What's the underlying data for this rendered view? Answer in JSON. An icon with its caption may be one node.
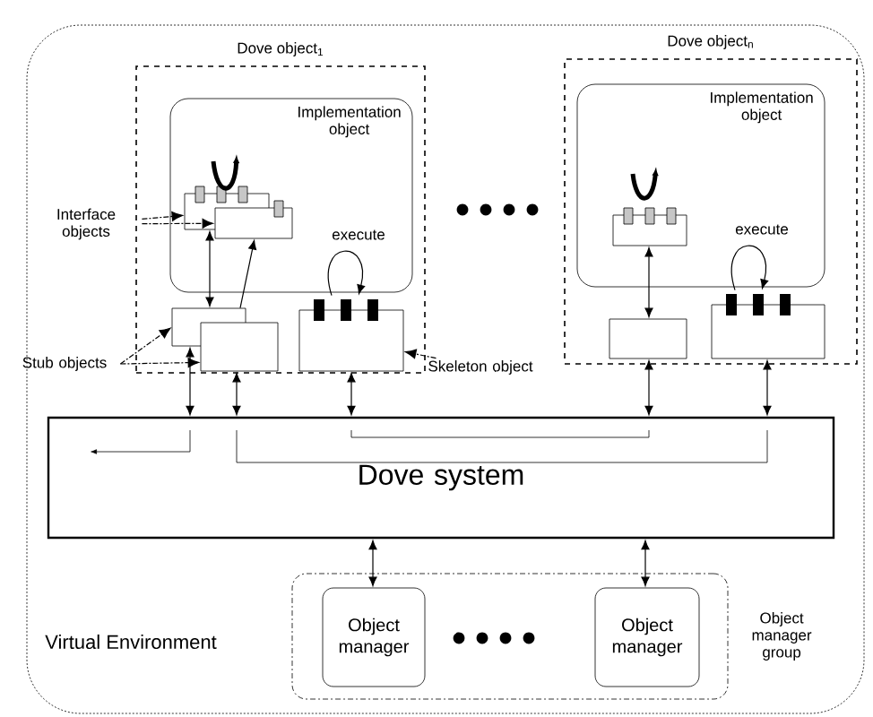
{
  "diagram": {
    "nodes": [
      {
        "text": [
          "Virtual Environment"
        ]
      },
      {
        "text": [
          "Dove object$_{1}$"
        ],
        "in": 0
      },
      {
        "text": [
          "Implementation object"
        ],
        "in": 1
      },
      {
        "text": [],
        "shape": "box",
        "in": 2
      },
      {
        "text": [],
        "shape": "box",
        "in": 2
      },
      {
        "text": [],
        "shape": "box",
        "in": 1
      },
      {
        "text": [],
        "shape": "box",
        "in": 1
      },
      {
        "text": [],
        "shape": "box",
        "in": 1
      },
      {
        "text": [
          "Dove object$_{n}$"
        ],
        "in": 0
      },
      {
        "text": [
          "Implementation object"
        ],
        "in": 8
      },
      {
        "text": [],
        "shape": "box",
        "in": 9
      },
      {
        "text": [],
        "shape": "box",
        "in": 8
      },
      {
        "text": [],
        "shape": "box",
        "in": 8
      },
      {
        "text": [
          "Dove system"
        ],
        "in": 0
      },
      {
        "text": [],
        "shape": "box",
        "beside": [
          "Object manager group"
        ],
        "in": 0
      },
      {
        "text": [
          "Object manager"
        ],
        "in": 14
      },
      {
        "text": [
          "Object manager"
        ],
        "in": 14
      },
      {
        "text": [
          "Interface objects"
        ],
        "in": 0
      },
      {
        "text": [
          "Stub objects"
        ],
        "in": 0
      },
      {
        "text": [
          "Skeleton object"
        ],
        "in": 0
      }
    ],
    "edges": [
      {
        "from": 5,
        "to": 3,
        "arrow": "both"
      },
      {
        "from": 5,
        "to": 4,
        "arrow": "to"
      },
      {
        "from": 5,
        "to": 13,
        "arrow": "both"
      },
      {
        "from": 6,
        "to": 13,
        "arrow": "both"
      },
      {
        "from": 7,
        "to": 13,
        "arrow": "both"
      },
      {
        "from": 10,
        "to": 11,
        "arrow": "both"
      },
      {
        "from": 11,
        "to": 13,
        "arrow": "both"
      },
      {
        "from": 12,
        "to": 13,
        "arrow": "both"
      },
      {
        "from": 13,
        "to": 15,
        "arrow": "both"
      },
      {
        "from": 13,
        "to": 16,
        "arrow": "both"
      },
      {
        "from": 7,
        "to": 7,
        "arrow": "to",
        "label": "execute"
      },
      {
        "from": 12,
        "to": 12,
        "arrow": "to",
        "label": "execute"
      },
      {
        "from": 17,
        "to": 3,
        "arrow": "to",
        "style": "dashed"
      },
      {
        "from": 17,
        "to": 4,
        "arrow": "to",
        "style": "dashed"
      },
      {
        "from": 18,
        "to": 5,
        "arrow": "to",
        "style": "dashed"
      },
      {
        "from": 18,
        "to": 6,
        "arrow": "to",
        "style": "dashed"
      },
      {
        "from": 19,
        "to": 7,
        "arrow": "to",
        "style": "dashed"
      }
    ]
  }
}
